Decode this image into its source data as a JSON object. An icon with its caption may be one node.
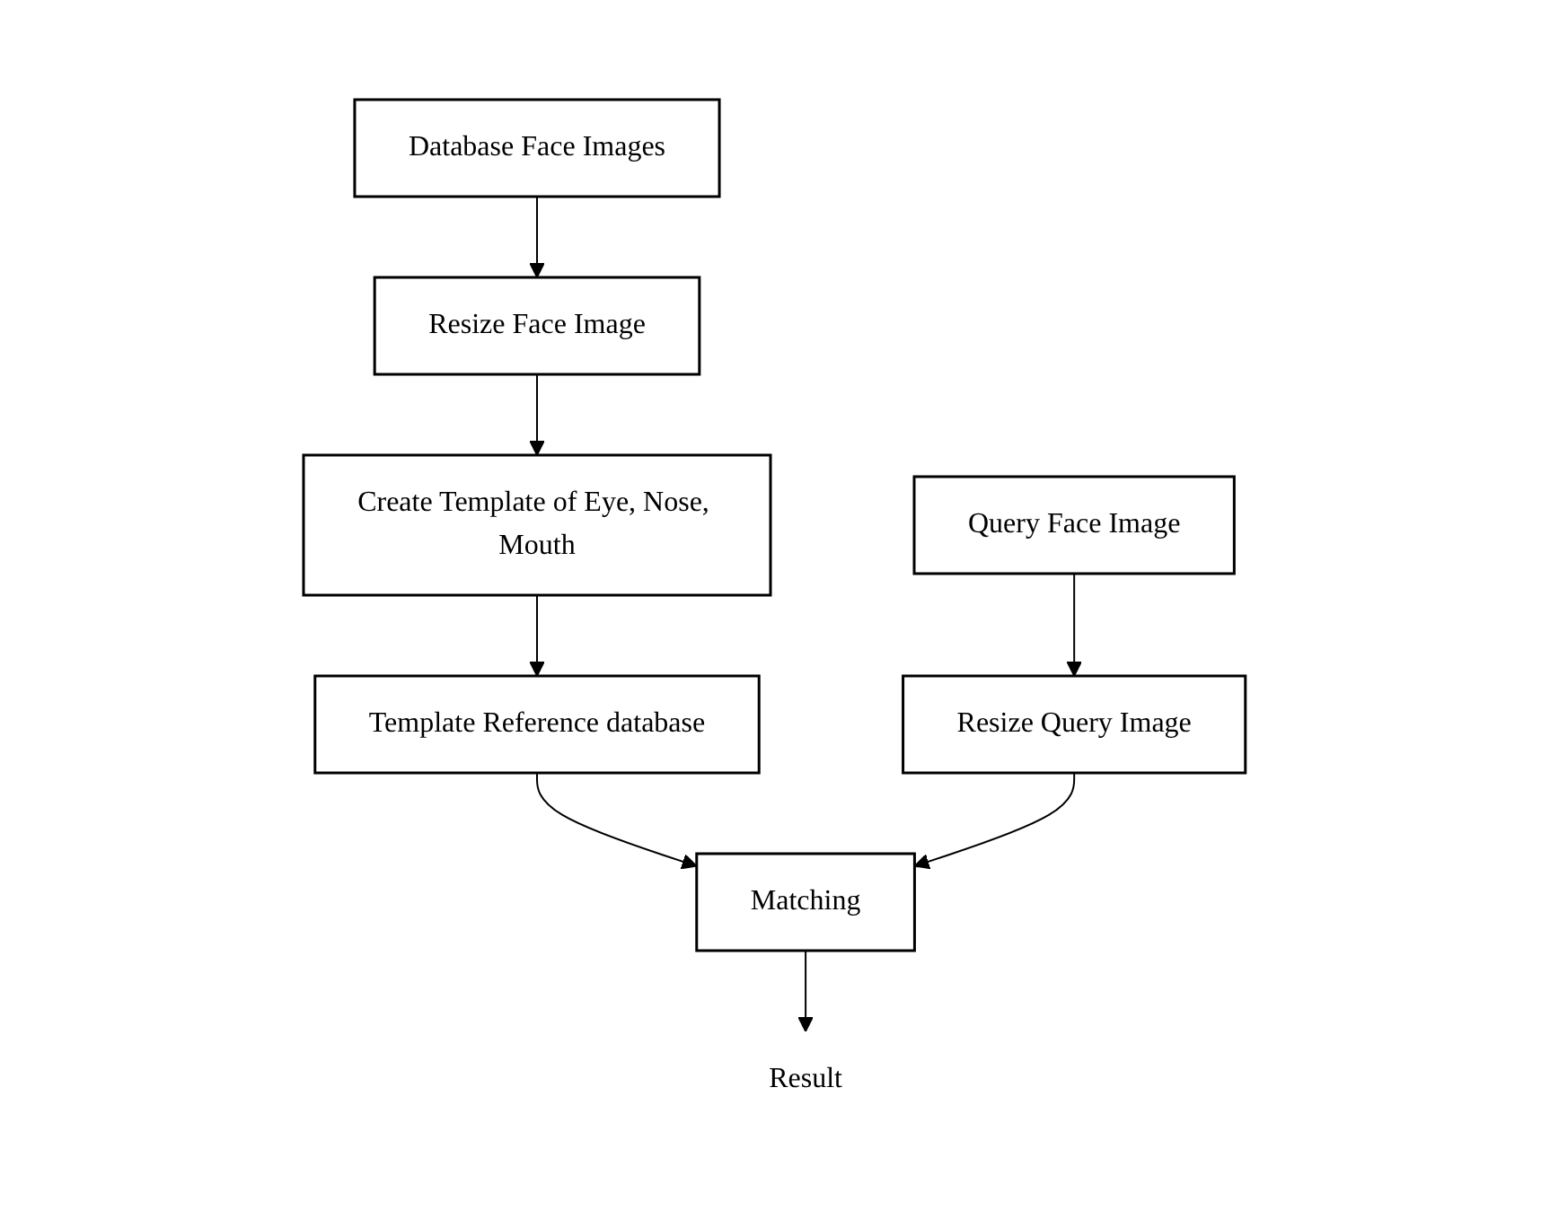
{
  "diagram": {
    "nodes": [
      {
        "text": [
          "Database Face Images"
        ]
      },
      {
        "text": [
          "Resize Face Image"
        ]
      },
      {
        "text": [
          "Create Template of Eye, Nose, Mouth"
        ]
      },
      {
        "text": [
          "Template Reference database"
        ]
      },
      {
        "text": [
          "Query Face Image"
        ]
      },
      {
        "text": [
          "Resize Query Image"
        ]
      },
      {
        "text": [
          "Matching"
        ]
      },
      {
        "text": [
          "Result"
        ]
      }
    ],
    "edges": [
      {
        "from": 0,
        "to": 1,
        "arrow": "to"
      },
      {
        "from": 1,
        "to": 2,
        "arrow": "to"
      },
      {
        "from": 2,
        "to": 3,
        "arrow": "to"
      },
      {
        "from": 3,
        "to": 6,
        "arrow": "to"
      },
      {
        "from": 4,
        "to": 5,
        "arrow": "to"
      },
      {
        "from": 5,
        "to": 6,
        "arrow": "to"
      },
      {
        "from": 6,
        "to": 7,
        "arrow": "to"
      }
    ]
  }
}
